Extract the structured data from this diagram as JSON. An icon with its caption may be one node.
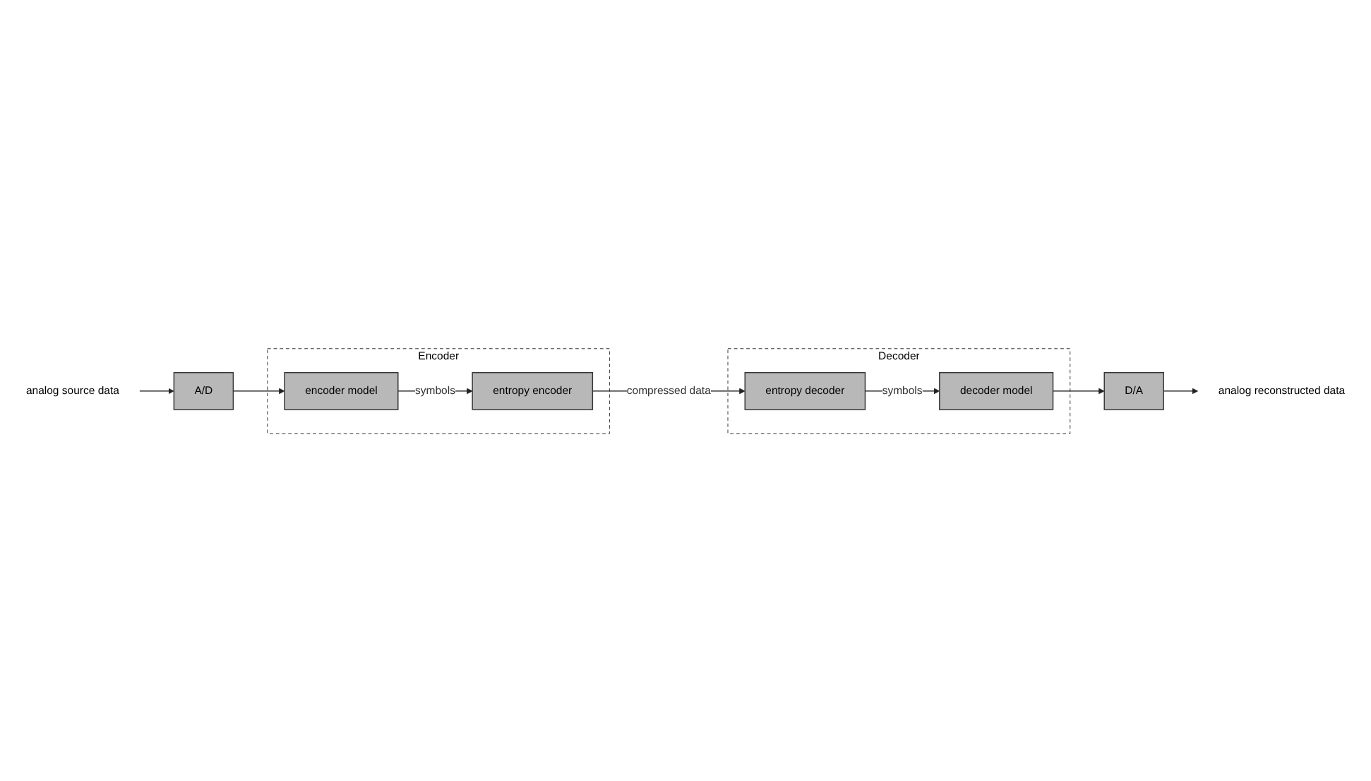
{
  "diagram": {
    "nodes": [
      {
        "text": [
          "analog source data"
        ]
      },
      {
        "text": [
          "A/D"
        ]
      },
      {
        "text": [
          "Encoder"
        ]
      },
      {
        "text": [
          "encoder model"
        ],
        "in": 2
      },
      {
        "text": [
          "entropy encoder"
        ],
        "in": 2
      },
      {
        "text": [
          "analog reconstructed data"
        ]
      },
      {
        "text": [
          "D/A"
        ]
      },
      {
        "text": [
          "Decoder"
        ]
      },
      {
        "text": [
          "decoder model"
        ],
        "in": 7
      },
      {
        "text": [
          "entropy decoder"
        ],
        "in": 7
      }
    ],
    "edges": [
      {
        "from": 0,
        "to": 1,
        "arrow": "to"
      },
      {
        "from": 1,
        "to": 3,
        "arrow": "to"
      },
      {
        "from": 3,
        "to": 4,
        "arrow": "to",
        "label": "symbols"
      },
      {
        "from": 4,
        "to": 9,
        "arrow": "to",
        "label": "compressed data"
      },
      {
        "from": 9,
        "to": 8,
        "arrow": "to",
        "label": "symbols"
      },
      {
        "from": 8,
        "to": 6,
        "arrow": "to"
      },
      {
        "from": 6,
        "to": 5,
        "arrow": "to"
      }
    ]
  }
}
